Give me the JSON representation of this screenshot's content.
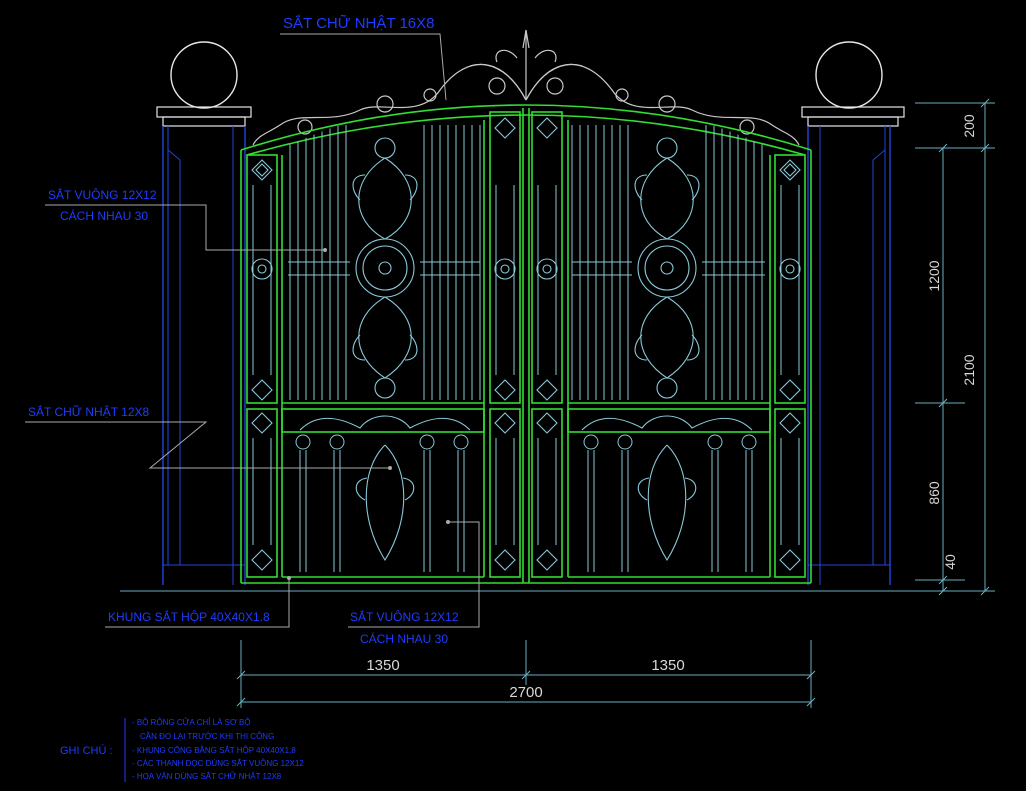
{
  "callouts": {
    "top": "SẮT CHỮ NHẬT 16X8",
    "left1_line1": "SẮT VUÔNG 12X12",
    "left1_line2": "CÁCH NHAU 30",
    "left2": "SẮT CHỮ NHẬT 12X8",
    "frame": "KHUNG SẮT HỘP 40X40X1.8",
    "bottom_line1": "SẮT VUÔNG 12X12",
    "bottom_line2": "CÁCH NHAU 30"
  },
  "dimensions": {
    "horizontal": [
      "1350",
      "1350",
      "2700"
    ],
    "vertical": [
      "200",
      "1200",
      "2100",
      "860",
      "40"
    ]
  },
  "notes": {
    "label": "GHI CHÚ :",
    "items": [
      "- BỘ RỘNG CỬA CHỈ LÀ SƠ BỘ",
      "CẦN ĐO LẠI TRƯỚC KHI THI CÔNG",
      "- KHUNG CỔNG BẰNG SẮT HỘP 40X40X1.8",
      "- CÁC THANH DỌC DÙNG SẮT VUÔNG 12X12",
      "- HOA VĂN DÙNG SẮT CHỮ NHẬT 12X8"
    ]
  },
  "colors": {
    "background": "#000000",
    "frame_green": "#33dd33",
    "pattern_cyan": "#88c8d8",
    "wall_blue": "#2244dd",
    "text_blue": "#1e3cff",
    "dim_cyan": "#6ab0c0",
    "pillar_white": "#e6e6e6"
  }
}
